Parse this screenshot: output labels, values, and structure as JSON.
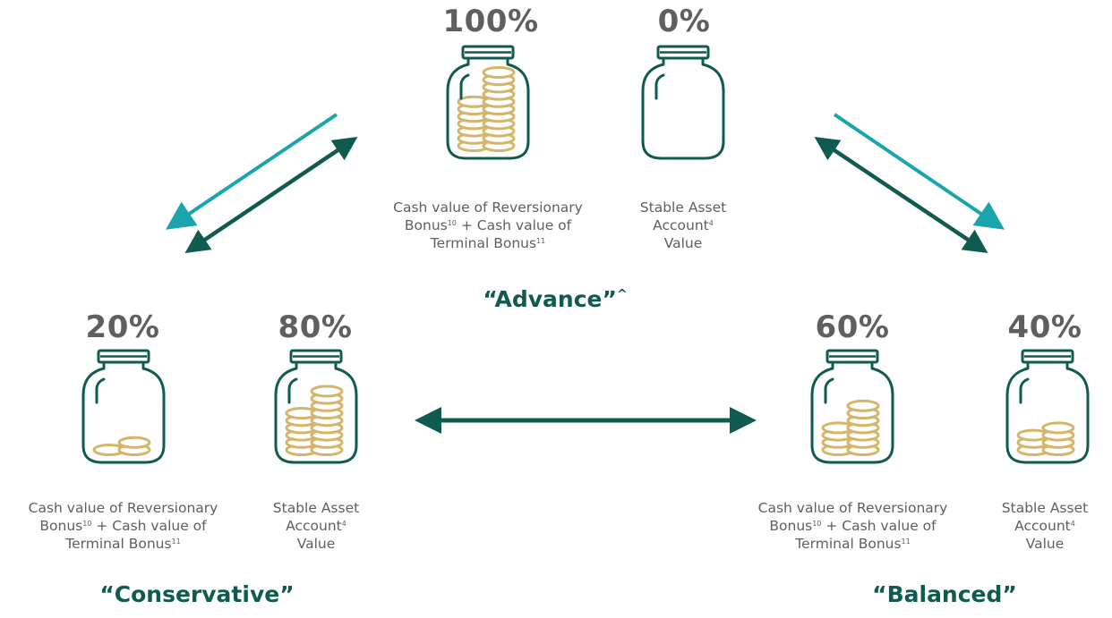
{
  "advance": {
    "title": "“Advance”",
    "title_mark": "^",
    "left_jar": {
      "percent": "100%",
      "fill": 1.0,
      "label_line1": "Cash value of Reversionary",
      "label_line2a": "Bonus",
      "label_sup1": "10",
      "label_line2b": " + Cash value of",
      "label_line3": "Terminal Bonus",
      "label_sup2": "11"
    },
    "right_jar": {
      "percent": "0%",
      "fill": 0.0,
      "label_line1": "Stable Asset",
      "label_line2": "Account",
      "label_sup": "4",
      "label_line3": "Value"
    }
  },
  "conservative": {
    "title": "“Conservative”",
    "left_jar": {
      "percent": "20%",
      "fill": 0.2,
      "label_line1": "Cash value of Reversionary",
      "label_line2a": "Bonus",
      "label_sup1": "10",
      "label_line2b": " + Cash value of",
      "label_line3": "Terminal Bonus",
      "label_sup2": "11"
    },
    "right_jar": {
      "percent": "80%",
      "fill": 0.8,
      "label_line1": "Stable Asset",
      "label_line2": "Account",
      "label_sup": "4",
      "label_line3": "Value"
    }
  },
  "balanced": {
    "title": "“Balanced”",
    "left_jar": {
      "percent": "60%",
      "fill": 0.6,
      "label_line1": "Cash value of Reversionary",
      "label_line2a": "Bonus",
      "label_sup1": "10",
      "label_line2b": " + Cash value of",
      "label_line3": "Terminal Bonus",
      "label_sup2": "11"
    },
    "right_jar": {
      "percent": "40%",
      "fill": 0.4,
      "label_line1": "Stable Asset",
      "label_line2": "Account",
      "label_sup": "4",
      "label_line3": "Value"
    }
  },
  "colors": {
    "jar_outline": "#0f5b4f",
    "coin": "#d4b56a",
    "percent_text": "#5f5f5f",
    "title_text": "#0f5b4f",
    "arrow_teal": "#1aa5ad",
    "arrow_dark": "#0f5b4f"
  },
  "icons": {
    "jar": "money-jar-icon",
    "coins": "coin-stack-icon"
  }
}
